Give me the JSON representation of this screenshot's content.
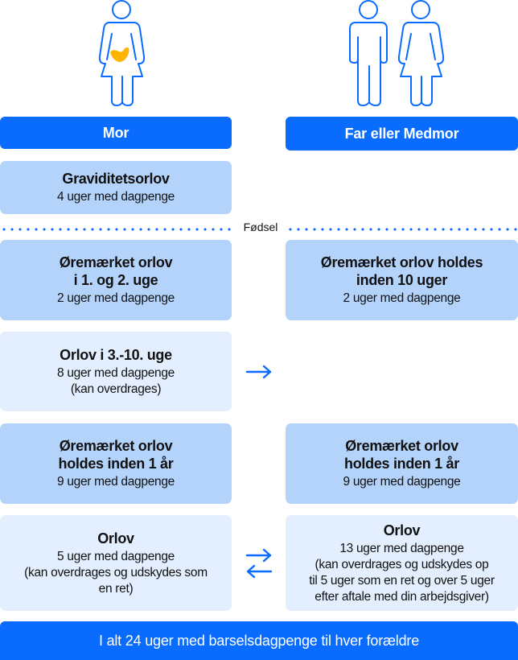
{
  "colors": {
    "accent": "#0a6cff",
    "box_dark": "#b4d3fb",
    "box_light": "#e3efff",
    "belly": "#ffb400"
  },
  "columns": {
    "left": {
      "label": "Mor",
      "icon": "pregnant-woman-icon"
    },
    "right": {
      "label": "Far eller Medmor",
      "icon": "man-and-woman-icon"
    }
  },
  "pregnancy": {
    "title": "Graviditetsorlov",
    "sub": "4 uger med dagpenge"
  },
  "divider": {
    "label": "Fødsel"
  },
  "rows": [
    {
      "left": {
        "title_lines": [
          "Øremærket orlov",
          "i 1. og 2. uge"
        ],
        "sub": "2 uger med dagpenge",
        "notes": []
      },
      "right": {
        "title_lines": [
          "Øremærket orlov holdes",
          "inden 10 uger"
        ],
        "sub": "2 uger med dagpenge",
        "notes": []
      },
      "arrow": null
    },
    {
      "left": {
        "title_lines": [
          "Orlov i 3.-10. uge"
        ],
        "sub": "8 uger med dagpenge",
        "notes": [
          "(kan overdrages)"
        ]
      },
      "right": null,
      "arrow": "right-arrow-icon"
    },
    {
      "left": {
        "title_lines": [
          "Øremærket orlov",
          "holdes inden 1 år"
        ],
        "sub": "9 uger med dagpenge",
        "notes": []
      },
      "right": {
        "title_lines": [
          "Øremærket orlov",
          "holdes inden 1 år"
        ],
        "sub": "9 uger med dagpenge",
        "notes": []
      },
      "arrow": null
    },
    {
      "left": {
        "title_lines": [
          "Orlov"
        ],
        "sub": "5 uger med dagpenge",
        "notes": [
          "(kan overdrages og udskydes som",
          "en ret)"
        ]
      },
      "right": {
        "title_lines": [
          "Orlov"
        ],
        "sub": "13 uger med dagpenge",
        "notes": [
          "(kan overdrages og udskydes op",
          "til 5 uger som en ret og over 5 uger",
          "efter aftale med din arbejdsgiver)"
        ]
      },
      "arrow": "swap-arrows-icon"
    }
  ],
  "footer": {
    "text": "I alt 24 uger med barselsdagpenge til hver forældre"
  }
}
